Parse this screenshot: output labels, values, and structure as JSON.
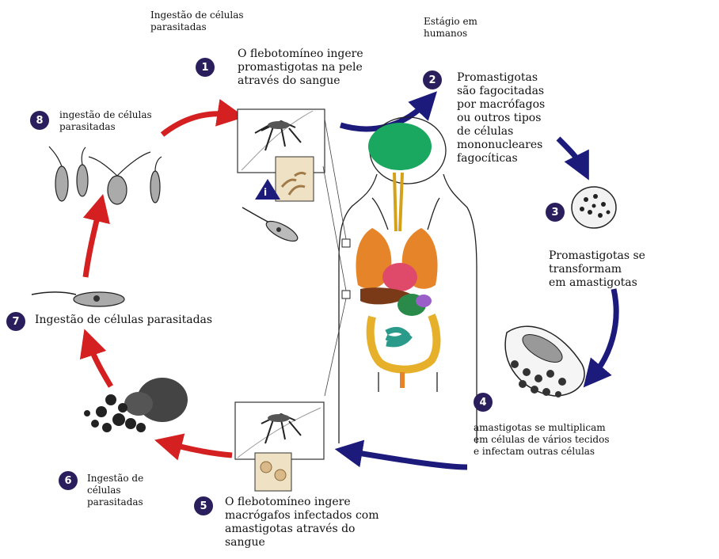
{
  "header": {
    "top_left_label": "Ingestão de células\nparasitadas",
    "top_right_label": "Estágio em\nhumanos"
  },
  "steps": [
    {
      "number": "1",
      "text": "O flebotomíneo ingere\npromastigotas na pele\natravés do sangue"
    },
    {
      "number": "2",
      "text": "Promastigotas\nsão fagocitadas\npor macrófagos\nou outros tipos\nde células\nmononucleares\nfagocíticas"
    },
    {
      "number": "3",
      "text": "Promastigotas se transformam\nem amastigotas"
    },
    {
      "number": "4",
      "text": "amastigotas se multiplicam\nem células de vários tecidos\ne infectam outras células"
    },
    {
      "number": "5",
      "text": "O flebotomíneo ingere\nmacrógafos infectados com\namastigotas através do\nsangue"
    },
    {
      "number": "6",
      "text": "Ingestão de\ncélulas\nparasitadas"
    },
    {
      "number": "7",
      "text": "Ingestão de células parasitadas"
    },
    {
      "number": "8",
      "text": "ingestão de células\nparasitadas"
    }
  ],
  "infective_marker": "i",
  "colors": {
    "human_stage_arrow": "#1c1a7a",
    "vector_stage_arrow": "#d42020",
    "badge": "#2a1f5c"
  }
}
